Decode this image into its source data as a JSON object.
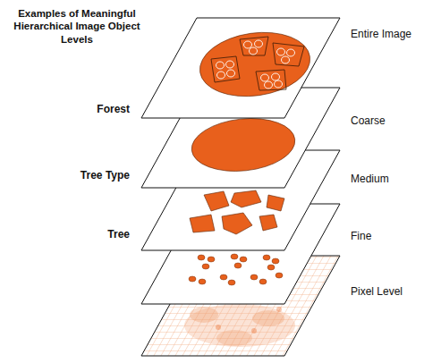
{
  "diagram": {
    "title": "Examples of Meaningful Hierarchical Image Object Levels",
    "nodes": [
      {
        "text": [
          "Entire Image"
        ]
      },
      {
        "text": [
          "Forest",
          "Coarse"
        ]
      },
      {
        "text": [
          "Tree Type",
          "Medium"
        ]
      },
      {
        "text": [
          "Tree",
          "Fine"
        ]
      },
      {
        "text": [
          "Pixel Level"
        ]
      }
    ]
  }
}
